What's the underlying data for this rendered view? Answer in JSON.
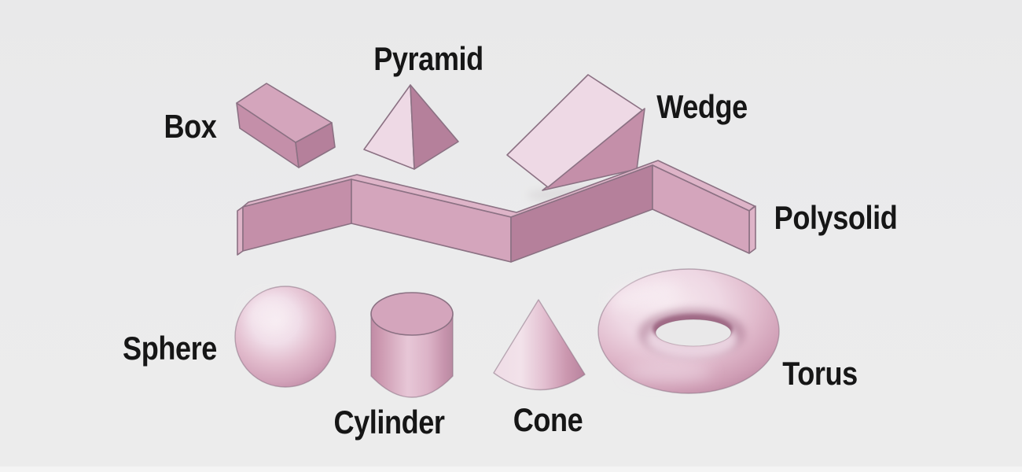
{
  "diagram": {
    "description": "Eight pink 3D primitive solids on a light gray background, each with a black text label"
  },
  "labels": {
    "box": "Box",
    "pyramid": "Pyramid",
    "wedge": "Wedge",
    "polysolid": "Polysolid",
    "sphere": "Sphere",
    "cylinder": "Cylinder",
    "cone": "Cone",
    "torus": "Torus"
  },
  "palette": {
    "background": "#ebebeb",
    "label_ink": "#161616",
    "outline": "#8b7183",
    "pink_lightest": "#f7ecf2",
    "pink_light": "#eed9e5",
    "pink_mid_light": "#deb4c8",
    "pink_mid": "#d4a5bc",
    "pink_mid_dark": "#c48fa9",
    "pink_dark": "#b5809b",
    "pink_deep": "#a06b86",
    "hole_gray": "#e9e8e9",
    "shadow_gray": "#c9c4c7"
  }
}
